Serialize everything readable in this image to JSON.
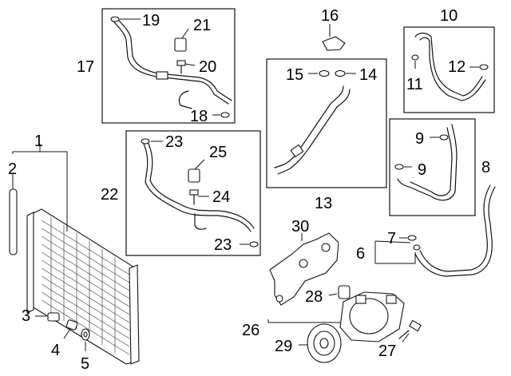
{
  "figure": {
    "callouts": [
      "1",
      "2",
      "3",
      "4",
      "5",
      "6",
      "7",
      "8",
      "9",
      "9",
      "10",
      "11",
      "12",
      "13",
      "14",
      "15",
      "16",
      "17",
      "18",
      "19",
      "20",
      "21",
      "22",
      "23",
      "23",
      "24",
      "25",
      "26",
      "27",
      "28",
      "29",
      "30"
    ]
  }
}
